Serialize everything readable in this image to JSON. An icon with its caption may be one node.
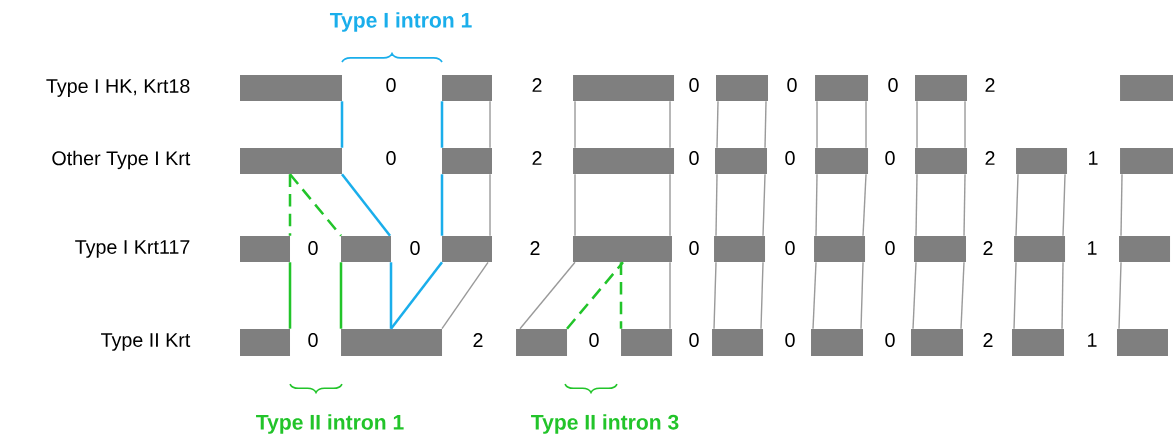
{
  "diagram": {
    "nodes": [
      {
        "text": [],
        "shape": "bar"
      },
      {
        "text": [],
        "shape": "bar"
      },
      {
        "text": [],
        "shape": "bar"
      },
      {
        "text": [],
        "shape": "bar"
      },
      {
        "text": [],
        "shape": "bar"
      },
      {
        "text": [],
        "shape": "bar"
      },
      {
        "text": [],
        "shape": "bar"
      },
      {
        "text": [],
        "shape": "bar"
      },
      {
        "text": [],
        "shape": "bar"
      },
      {
        "text": [],
        "shape": "bar"
      },
      {
        "text": [],
        "shape": "bar"
      },
      {
        "text": [],
        "shape": "bar"
      },
      {
        "text": [],
        "shape": "bar"
      },
      {
        "text": [],
        "shape": "bar"
      },
      {
        "text": [],
        "shape": "bar"
      },
      {
        "text": [],
        "shape": "bar"
      },
      {
        "text": [],
        "shape": "bar"
      },
      {
        "text": [],
        "shape": "bar"
      },
      {
        "text": [],
        "shape": "bar"
      },
      {
        "text": [],
        "shape": "bar"
      },
      {
        "text": [],
        "shape": "bar"
      },
      {
        "text": [],
        "shape": "bar"
      },
      {
        "text": [],
        "shape": "bar"
      },
      {
        "text": [],
        "shape": "bar"
      },
      {
        "text": [],
        "shape": "bar"
      },
      {
        "text": [],
        "shape": "bar"
      },
      {
        "text": [],
        "shape": "bar"
      },
      {
        "text": [],
        "shape": "bar"
      },
      {
        "text": [],
        "shape": "bar"
      },
      {
        "text": [],
        "shape": "bar"
      },
      {
        "text": [],
        "shape": "bar"
      },
      {
        "text": [],
        "shape": "bar"
      },
      {
        "text": [],
        "shape": "bar"
      }
    ],
    "edges": [
      {
        "from": 0,
        "to": 7,
        "arrow": "none",
        "color": "#1aaeeb"
      },
      {
        "from": 7,
        "to": 16,
        "arrow": "none",
        "color": "#1aaeeb"
      },
      {
        "from": 16,
        "to": 25,
        "arrow": "none",
        "color": "#1aaeeb"
      },
      {
        "from": 25,
        "to": 17,
        "arrow": "none",
        "color": "#1aaeeb"
      },
      {
        "from": 17,
        "to": 8,
        "arrow": "none",
        "color": "#1aaeeb"
      },
      {
        "from": 8,
        "to": 1,
        "arrow": "none",
        "color": "#1aaeeb"
      },
      {
        "from": 7,
        "to": 15,
        "arrow": "none",
        "style": "dashed",
        "color": "#22c42a"
      },
      {
        "from": 15,
        "to": 24,
        "arrow": "none",
        "color": "#22c42a"
      },
      {
        "from": 7,
        "to": 16,
        "arrow": "none",
        "style": "dashed",
        "color": "#22c42a"
      },
      {
        "from": 16,
        "to": 25,
        "arrow": "none",
        "color": "#22c42a"
      },
      {
        "from": 26,
        "to": 18,
        "arrow": "none",
        "style": "dashed",
        "color": "#22c42a"
      },
      {
        "from": 18,
        "to": 27,
        "arrow": "none",
        "style": "dashed",
        "color": "#22c42a"
      },
      {
        "from": 1,
        "to": 8,
        "arrow": "none"
      },
      {
        "from": 8,
        "to": 17,
        "arrow": "none"
      },
      {
        "from": 17,
        "to": 25,
        "arrow": "none"
      },
      {
        "from": 26,
        "to": 18,
        "arrow": "none"
      },
      {
        "from": 2,
        "to": 9,
        "arrow": "none"
      },
      {
        "from": 9,
        "to": 18,
        "arrow": "none"
      },
      {
        "from": 2,
        "to": 9,
        "arrow": "none"
      },
      {
        "from": 9,
        "to": 18,
        "arrow": "none"
      },
      {
        "from": 18,
        "to": 27,
        "arrow": "none"
      },
      {
        "from": 3,
        "to": 10,
        "arrow": "none"
      },
      {
        "from": 10,
        "to": 19,
        "arrow": "none"
      },
      {
        "from": 19,
        "to": 28,
        "arrow": "none"
      },
      {
        "from": 3,
        "to": 10,
        "arrow": "none"
      },
      {
        "from": 10,
        "to": 19,
        "arrow": "none"
      },
      {
        "from": 19,
        "to": 28,
        "arrow": "none"
      },
      {
        "from": 4,
        "to": 11,
        "arrow": "none"
      },
      {
        "from": 11,
        "to": 20,
        "arrow": "none"
      },
      {
        "from": 20,
        "to": 29,
        "arrow": "none"
      },
      {
        "from": 4,
        "to": 11,
        "arrow": "none"
      },
      {
        "from": 11,
        "to": 20,
        "arrow": "none"
      },
      {
        "from": 20,
        "to": 29,
        "arrow": "none"
      },
      {
        "from": 5,
        "to": 12,
        "arrow": "none"
      },
      {
        "from": 12,
        "to": 21,
        "arrow": "none"
      },
      {
        "from": 21,
        "to": 30,
        "arrow": "none"
      },
      {
        "from": 5,
        "to": 12,
        "arrow": "none"
      },
      {
        "from": 12,
        "to": 21,
        "arrow": "none"
      },
      {
        "from": 21,
        "to": 30,
        "arrow": "none"
      },
      {
        "from": 13,
        "to": 22,
        "arrow": "none"
      },
      {
        "from": 22,
        "to": 31,
        "arrow": "none"
      },
      {
        "from": 13,
        "to": 22,
        "arrow": "none"
      },
      {
        "from": 22,
        "to": 31,
        "arrow": "none"
      },
      {
        "from": 14,
        "to": 23,
        "arrow": "none"
      },
      {
        "from": 23,
        "to": 32,
        "arrow": "none"
      }
    ],
    "labels": [
      "Type I intron 1",
      "Type I HK, Krt18",
      "0",
      "2",
      "0",
      "0",
      "0",
      "2",
      "Other Type I Krt",
      "0",
      "2",
      "0",
      "0",
      "0",
      "2",
      "1",
      "Type I Krt117",
      "0",
      "0",
      "2",
      "0",
      "0",
      "0",
      "2",
      "1",
      "Type II Krt",
      "0",
      "2",
      "0",
      "0",
      "0",
      "0",
      "2",
      "1",
      "Type II intron 1",
      "Type II intron 3"
    ]
  }
}
